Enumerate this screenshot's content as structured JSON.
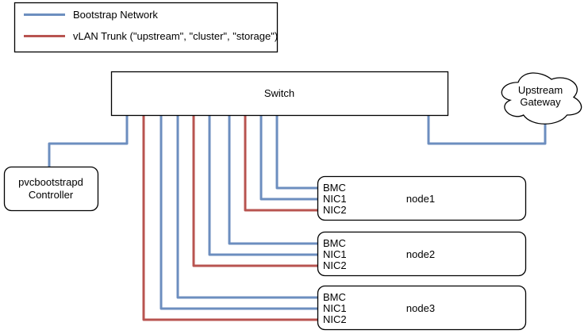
{
  "legend": {
    "items": [
      {
        "id": "bootstrap-network",
        "label": "Bootstrap Network",
        "color": "#6c8ebf"
      },
      {
        "id": "vlan-trunk",
        "label": "vLAN Trunk (\"upstream\", \"cluster\", \"storage\")",
        "color": "#b85450"
      }
    ]
  },
  "shapes": {
    "switch": {
      "label": "Switch"
    },
    "gateway": {
      "line1": "Upstream",
      "line2": "Gateway"
    },
    "controller": {
      "line1": "pvcbootstrapd",
      "line2": "Controller"
    },
    "servers": [
      {
        "name": "node1",
        "ports": [
          "BMC",
          "NIC1",
          "NIC2"
        ]
      },
      {
        "name": "node2",
        "ports": [
          "BMC",
          "NIC1",
          "NIC2"
        ]
      },
      {
        "name": "node3",
        "ports": [
          "BMC",
          "NIC1",
          "NIC2"
        ]
      }
    ]
  },
  "connections": [
    {
      "from": "Switch",
      "to": "pvcbootstrapd Controller",
      "network": "Bootstrap Network",
      "color": "#6c8ebf"
    },
    {
      "from": "Switch",
      "to": "Upstream Gateway",
      "network": "Bootstrap Network",
      "color": "#6c8ebf"
    },
    {
      "from": "Switch",
      "to": "node1 BMC",
      "network": "Bootstrap Network",
      "color": "#6c8ebf"
    },
    {
      "from": "Switch",
      "to": "node1 NIC1",
      "network": "Bootstrap Network",
      "color": "#6c8ebf"
    },
    {
      "from": "Switch",
      "to": "node1 NIC2",
      "network": "vLAN Trunk",
      "color": "#b85450"
    },
    {
      "from": "Switch",
      "to": "node2 BMC",
      "network": "Bootstrap Network",
      "color": "#6c8ebf"
    },
    {
      "from": "Switch",
      "to": "node2 NIC1",
      "network": "Bootstrap Network",
      "color": "#6c8ebf"
    },
    {
      "from": "Switch",
      "to": "node2 NIC2",
      "network": "vLAN Trunk",
      "color": "#b85450"
    },
    {
      "from": "Switch",
      "to": "node3 BMC",
      "network": "Bootstrap Network",
      "color": "#6c8ebf"
    },
    {
      "from": "Switch",
      "to": "node3 NIC1",
      "network": "Bootstrap Network",
      "color": "#6c8ebf"
    },
    {
      "from": "Switch",
      "to": "node3 NIC2",
      "network": "vLAN Trunk",
      "color": "#b85450"
    }
  ]
}
